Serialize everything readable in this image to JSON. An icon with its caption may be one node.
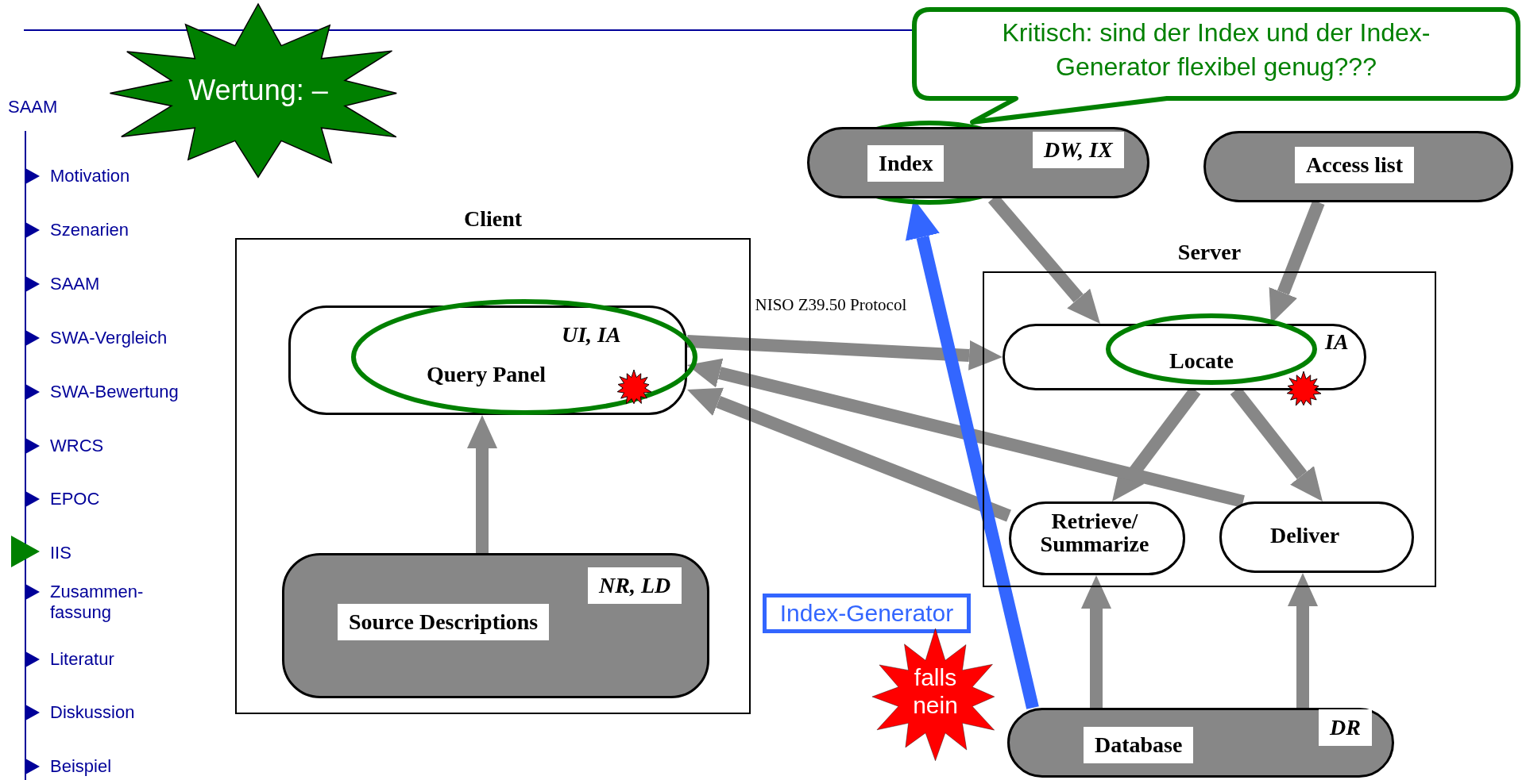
{
  "diagram": {
    "nodes": [
      {
        "text": [
          "Wertung: –"
        ]
      },
      {
        "text": [
          "Kritisch: sind der Index und der Index-Generator flexibel genug???"
        ]
      },
      {
        "text": [
          "Index",
          "DW, IX"
        ]
      },
      {
        "text": [
          "Access list"
        ]
      },
      {
        "text": [
          "Client"
        ]
      },
      {
        "text": [
          "UI, IA",
          "Query Panel"
        ],
        "in": 4
      },
      {
        "text": [
          "NR, LD",
          "Source Descriptions"
        ],
        "in": 4
      },
      {
        "text": [
          "Server"
        ]
      },
      {
        "text": [
          "Locate",
          "IA"
        ],
        "in": 7
      },
      {
        "text": [
          "Retrieve/ Summarize"
        ],
        "in": 7
      },
      {
        "text": [
          "Deliver"
        ],
        "in": 7
      },
      {
        "text": [
          "Database",
          "DR"
        ]
      },
      {
        "text": [
          "Index-Generator"
        ]
      },
      {
        "text": [
          "falls nein"
        ]
      }
    ],
    "edges": [
      {
        "from": 6,
        "to": 5,
        "arrow": "to"
      },
      {
        "from": 5,
        "to": 8,
        "arrow": "to",
        "label": "NISO Z39.50 Protocol"
      },
      {
        "from": 2,
        "to": 8,
        "arrow": "to"
      },
      {
        "from": 3,
        "to": 8,
        "arrow": "to"
      },
      {
        "from": 8,
        "to": 9,
        "arrow": "to"
      },
      {
        "from": 8,
        "to": 10,
        "arrow": "to"
      },
      {
        "from": 9,
        "to": 5,
        "arrow": "to"
      },
      {
        "from": 10,
        "to": 5,
        "arrow": "to"
      },
      {
        "from": 11,
        "to": 9,
        "arrow": "to"
      },
      {
        "from": 11,
        "to": 10,
        "arrow": "to"
      },
      {
        "from": 11,
        "to": 2,
        "arrow": "to",
        "color": "#3366ff"
      }
    ],
    "labels": [
      "SAAM",
      "Motivation",
      "Szenarien",
      "SAAM",
      "SWA-Vergleich",
      "SWA-Bewertung",
      "WRCS",
      "EPOC",
      "IIS",
      "Zusammen-fassung",
      "Literatur",
      "Diskussion",
      "Beispiel"
    ]
  }
}
